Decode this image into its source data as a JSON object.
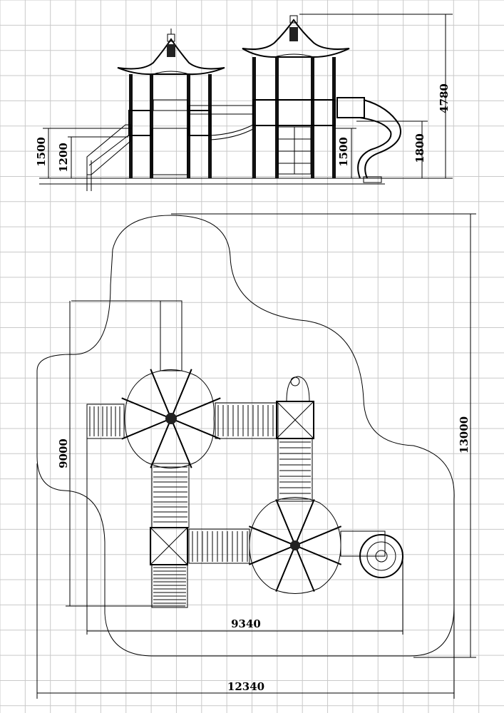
{
  "dimensions": {
    "elevation": {
      "total_height": "4780",
      "left_platform_height": "1500",
      "left_step_height": "1200",
      "middle_platform_height": "1500",
      "slide_height": "1800"
    },
    "plan": {
      "zone_length": "13000",
      "structure_length": "9000",
      "structure_width": "9340",
      "zone_width": "12340"
    }
  }
}
